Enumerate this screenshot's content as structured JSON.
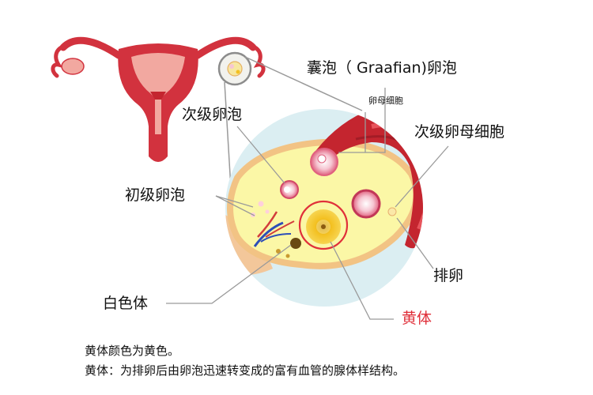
{
  "labels": {
    "graafian": "囊泡（ Graafian)卵泡",
    "oocyte": "卵母细胞",
    "secondary_follicle": "次级卵泡",
    "secondary_oocyte": "次级卵母细胞",
    "primary_follicle": "初级卵泡",
    "ovulation": "排卵",
    "white_body": "白色体",
    "corpus_luteum": "黄体"
  },
  "captions": {
    "line1": "黄体颜色为黄色。",
    "line2": "黄体：为排卵后由卵泡迅速转变成的富有血管的腺体样结构。"
  },
  "colors": {
    "uterus": "#d2323e",
    "uterus_light": "#f2a8a0",
    "ovary_fill": "#fbf7a6",
    "ovary_edge": "#f2c384",
    "zoom_bg": "#dbeef2",
    "corpus_luteum": "#f3c020",
    "highlight": "#e0303a",
    "fallopian": "#c4252f"
  }
}
